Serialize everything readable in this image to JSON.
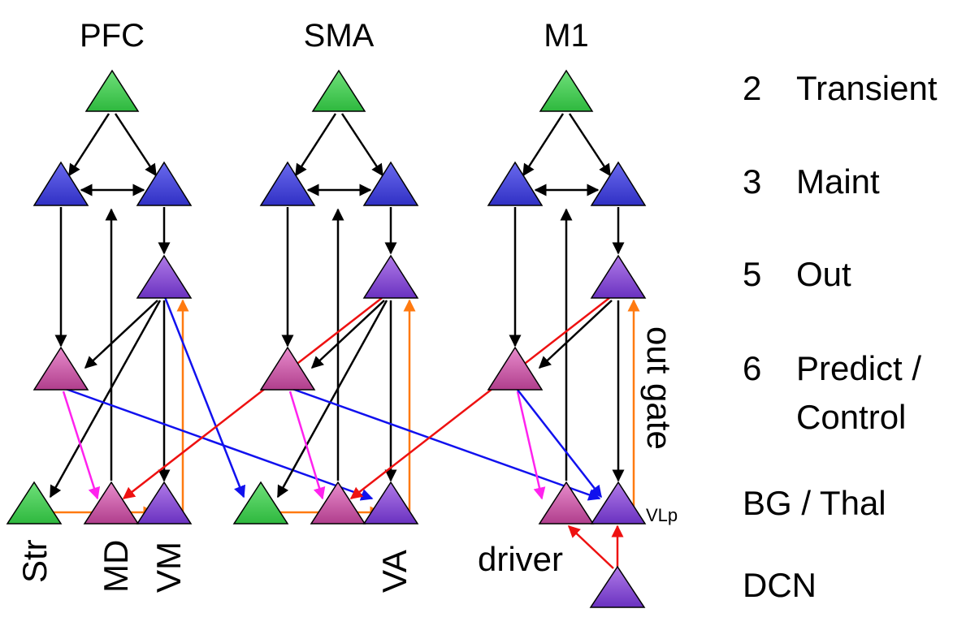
{
  "columns": [
    "PFC",
    "SMA",
    "M1"
  ],
  "layers": [
    {
      "num": "2",
      "name": "Transient"
    },
    {
      "num": "3",
      "name": "Maint"
    },
    {
      "num": "5",
      "name": "Out"
    },
    {
      "num": "6",
      "name": "Predict /",
      "name2": "Control"
    },
    {
      "num": "",
      "name": "BG / Thal"
    },
    {
      "num": "",
      "name": "DCN"
    }
  ],
  "region_labels": {
    "str": "Str",
    "md": "MD",
    "vm": "VM",
    "va": "VA",
    "vlp": "VLp",
    "driver": "driver",
    "out_gate": "out gate"
  },
  "colors": {
    "green": "#44cc55",
    "blue": "#4646d6",
    "purple": "#8a4fd6",
    "pink": "#cc5aa8",
    "black": "#000000",
    "red": "#ee1111",
    "orange": "#ff7a10",
    "bluearrow": "#1111ee",
    "magenta": "#ff22ee"
  }
}
